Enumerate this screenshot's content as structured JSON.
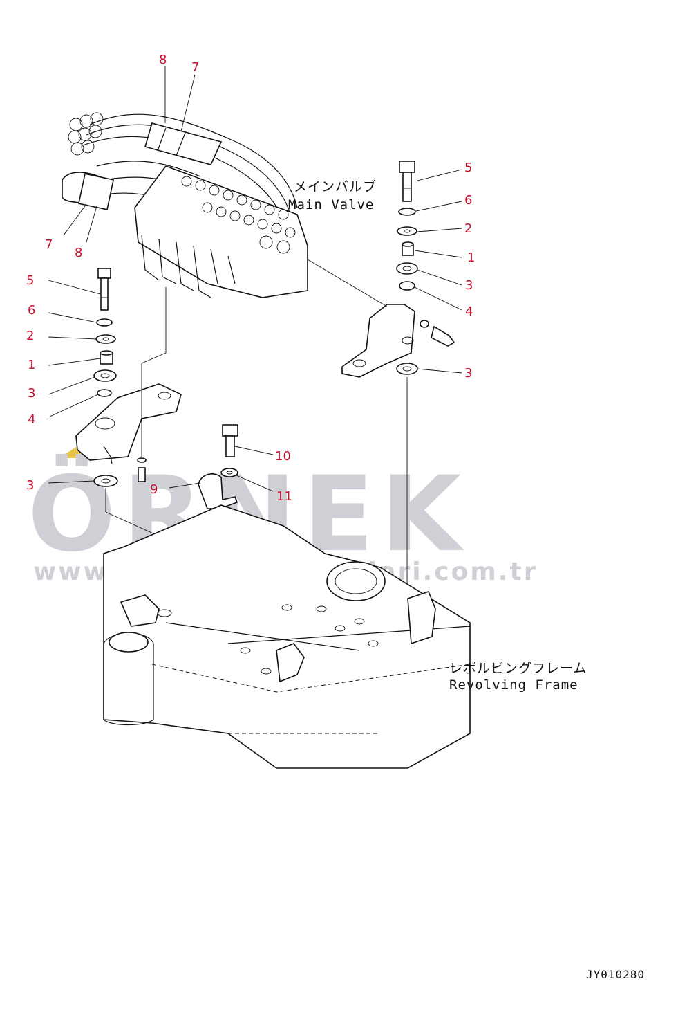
{
  "labels": {
    "main_valve_jp": "メインバルブ",
    "main_valve_en": "Main Valve",
    "frame_jp": "レボルビングフレーム",
    "frame_en": "Revolving Frame",
    "drawing_code": "JY010280"
  },
  "watermark": {
    "brand": "ÖRNEK",
    "url": "www.orneksismakinalari.com.tr"
  },
  "callouts": [
    "8",
    "7",
    "7",
    "8",
    "5",
    "6",
    "2",
    "1",
    "3",
    "4",
    "3",
    "5",
    "6",
    "2",
    "1",
    "3",
    "4",
    "10",
    "9",
    "11",
    "3"
  ],
  "colors": {
    "callout": "#c8102e",
    "line": "#111111",
    "watermark": "#cfcfd6",
    "accent": "#e8c34a"
  }
}
